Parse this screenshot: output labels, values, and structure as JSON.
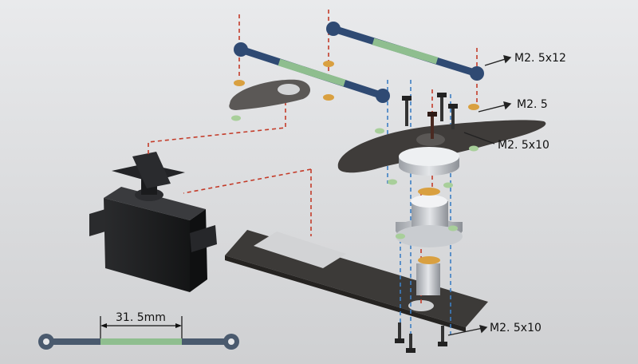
{
  "callouts": {
    "screw_top": "M2. 5x12",
    "nut": "M2. 5",
    "screw_mid": "M2. 5x10",
    "screw_bottom": "M2. 5x10"
  },
  "dimension": {
    "rod_length": "31. 5mm"
  },
  "colors": {
    "background": "#d9dadc",
    "plate": "#3c3a38",
    "servo": "#1e1f21",
    "link_blue": "#2f4a73",
    "link_green": "#8fbe8f",
    "guide_red": "#c43c2a",
    "guide_blue": "#3d7fc4",
    "washer_gold": "#d9a040",
    "washer_green": "#a8cf9a"
  }
}
